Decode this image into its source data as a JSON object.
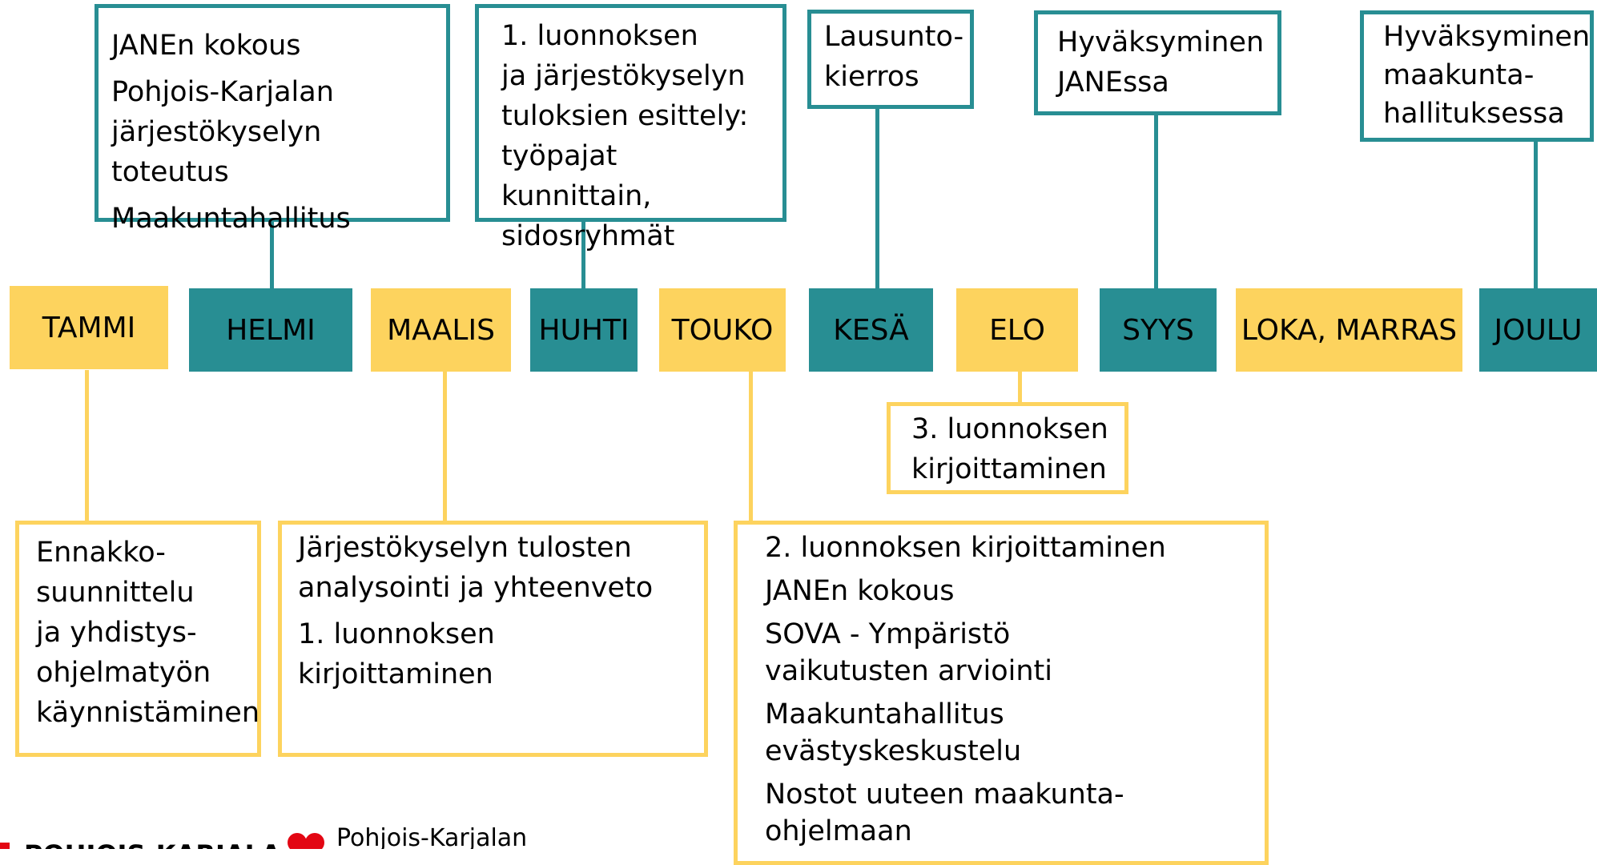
{
  "colors": {
    "yellow": "#FDD35E",
    "teal": "#288E93"
  },
  "months": {
    "tammi": "TAMMI",
    "helmi": "HELMI",
    "maalis": "MAALIS",
    "huhti": "HUHTI",
    "touko": "TOUKO",
    "kesa": "KESÄ",
    "elo": "ELO",
    "syys": "SYYS",
    "loka_marras": "LOKA, MARRAS",
    "joulu": "JOULU"
  },
  "above": {
    "helmi": [
      "JANEn kokous",
      "Pohjois-Karjalan\njärjestökyselyn toteutus",
      "Maakuntahallitus"
    ],
    "huhti": [
      "1. luonnoksen\nja järjestökyselyn\ntuloksien esittely:\ntyöpajat kunnittain,\nsidosryhmät"
    ],
    "kesa": [
      "Lausunto-\nkierros"
    ],
    "syys": [
      "Hyväksyminen\nJANEssa"
    ],
    "joulu": [
      "Hyväksyminen\nmaakunta-\nhallituksessa"
    ]
  },
  "below": {
    "tammi": [
      "Ennakko-\nsuunnittelu\nja yhdistys-\nohjelmatyön\nkäynnistäminen"
    ],
    "maalis": [
      "Järjestökyselyn tulosten\nanalysointi ja yhteenveto",
      "1. luonnoksen kirjoittaminen"
    ],
    "elo": [
      "3. luonnoksen\nkirjoittaminen"
    ],
    "touko": [
      "2. luonnoksen kirjoittaminen",
      "JANEn kokous",
      "SOVA - Ympäristö\nvaikutusten arviointi",
      "Maakuntahallitus evästyskeskustelu",
      "Nostot uuteen maakunta-\nohjelmaan"
    ]
  },
  "logos": {
    "left": "POHJOIS-KARJALA",
    "right": "Pohjois-Karjalan"
  }
}
